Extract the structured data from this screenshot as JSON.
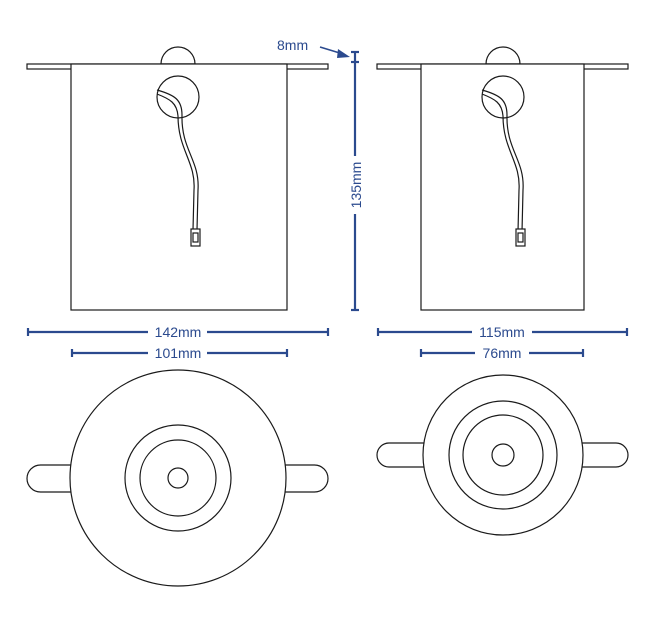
{
  "colors": {
    "dimension": "#2b4a8e",
    "outline": "#1a1a1a"
  },
  "dimensions": {
    "flange_thickness": "8mm",
    "height": "135mm",
    "large_outer_diameter": "142mm",
    "large_cutout": "101mm",
    "small_outer_diameter": "115mm",
    "small_cutout": "76mm"
  }
}
